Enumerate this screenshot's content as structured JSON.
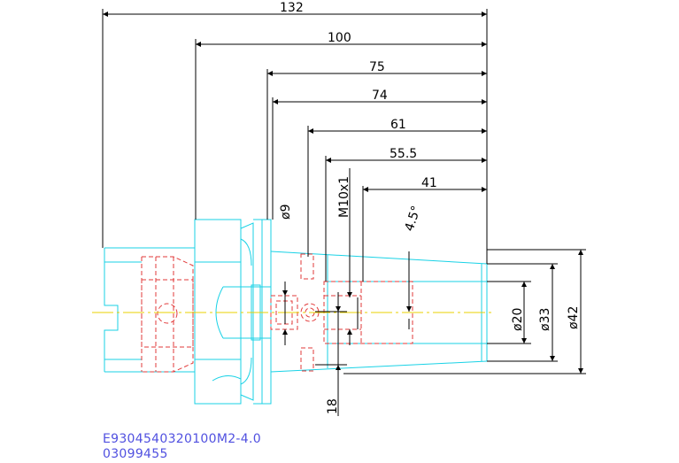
{
  "colors": {
    "outline": "#19d2e6",
    "hidden": "#e23a3a",
    "center": "#e8d000",
    "dimension": "#000000",
    "part_text": "#5050e0"
  },
  "dimensions": {
    "len_132": "132",
    "len_100": "100",
    "len_75": "75",
    "len_74": "74",
    "len_61": "61",
    "len_55_5": "55.5",
    "len_41": "41",
    "dia_9": "ø9",
    "thread": "M10x1",
    "angle": "4.5°",
    "dia_20": "ø20",
    "dia_33": "ø33",
    "dia_42": "ø42",
    "len_18": "18"
  },
  "part": {
    "code": "E9304540320100M2-4.0",
    "number": "03099455"
  }
}
